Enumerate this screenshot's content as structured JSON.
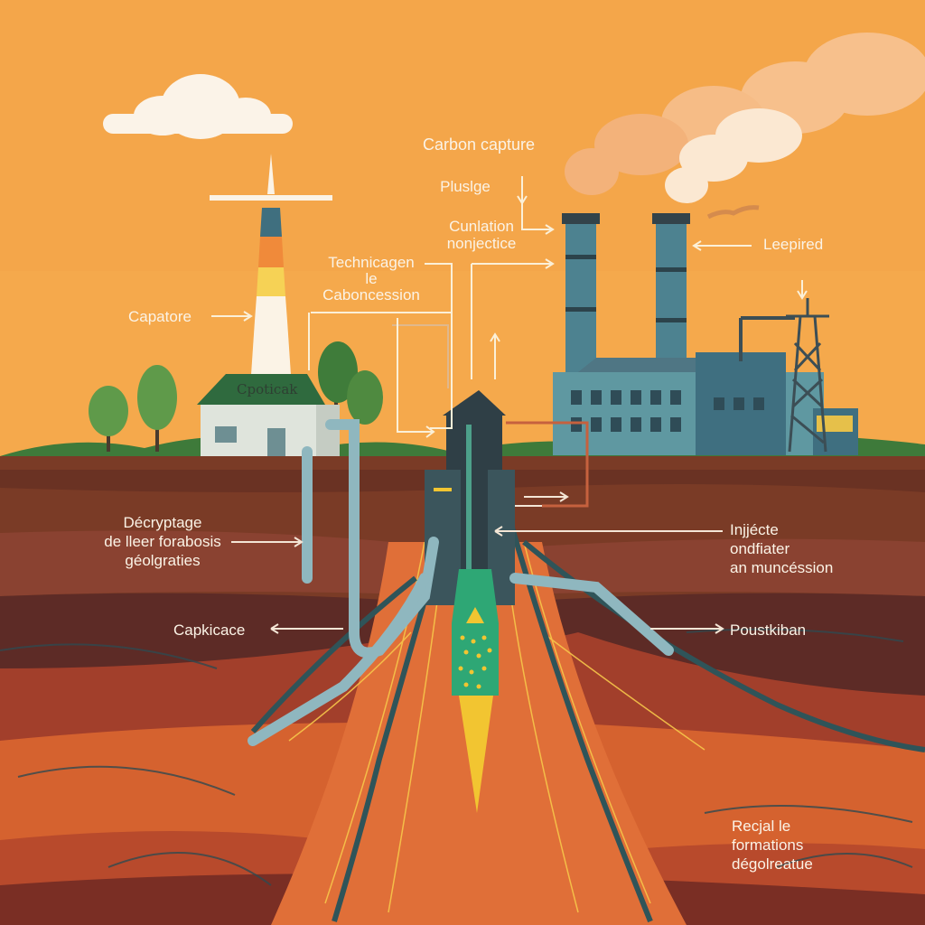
{
  "labels": {
    "carbon_capture": "Carbon capture",
    "pluslge": "Pluslge",
    "cunlation": "Cunlation\nnonjectice",
    "technicagen": "Technicagen\nle\nCaboncession",
    "capatore": "Capatore",
    "lepired": "Leepired",
    "decryptage": "Décryptage\nde lleer forabosis\ngéolgraties",
    "capkicace": "Capkicace",
    "injecte": "Injjécte\nondfiater\nan muncéssion",
    "poustkiban": "Poustkiban",
    "recial": "Recjal le\nformations\ndégolreatue"
  },
  "building_sign": "Cpoticak",
  "colors": {
    "sky": "#f4a64a",
    "stack": "#4d8290",
    "factory": "#5f98a1",
    "pipe": "#8fb7bf",
    "magma": "#de6a34",
    "capsule": "#2ea775",
    "flame": "#f2c531"
  }
}
